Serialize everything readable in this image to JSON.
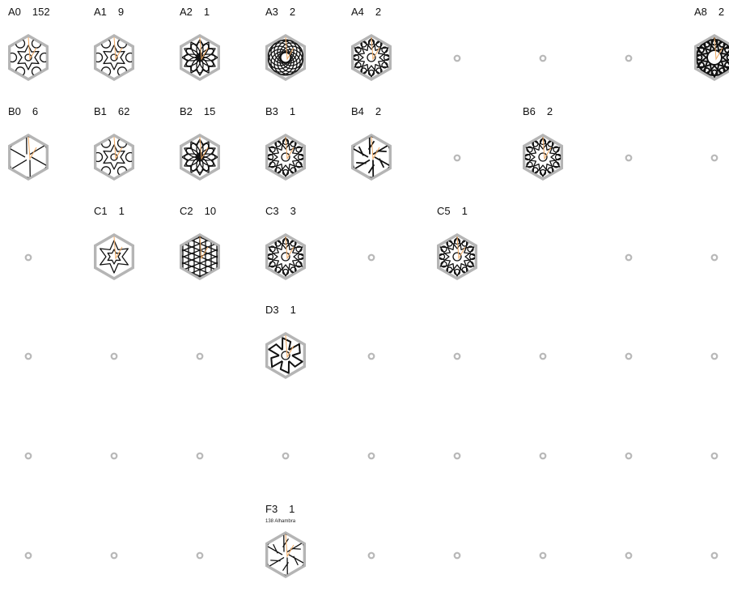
{
  "colors": {
    "outline": "#b5b5b5",
    "stroke": "#111111",
    "accent": "#f0a860",
    "empty": "#b8b8b8"
  },
  "rows": [
    {
      "row": "A",
      "cells": [
        {
          "col": 0,
          "label": "A0",
          "count": "152",
          "style": "floral"
        },
        {
          "col": 1,
          "label": "A1",
          "count": "9",
          "style": "star"
        },
        {
          "col": 2,
          "label": "A2",
          "count": "1",
          "style": "rosette"
        },
        {
          "col": 3,
          "label": "A3",
          "count": "2",
          "style": "interlace"
        },
        {
          "col": 4,
          "label": "A4",
          "count": "2",
          "style": "dense"
        },
        {
          "col": 5,
          "empty": true
        },
        {
          "col": 6,
          "empty": true
        },
        {
          "col": 7,
          "empty": true
        },
        {
          "col": 8,
          "label": "A8",
          "count": "2",
          "style": "ring"
        }
      ]
    },
    {
      "row": "B",
      "cells": [
        {
          "col": 0,
          "label": "B0",
          "count": "6",
          "style": "pinwheel"
        },
        {
          "col": 1,
          "label": "B1",
          "count": "62",
          "style": "floral"
        },
        {
          "col": 2,
          "label": "B2",
          "count": "15",
          "style": "rosette"
        },
        {
          "col": 3,
          "label": "B3",
          "count": "1",
          "style": "dense"
        },
        {
          "col": 4,
          "label": "B4",
          "count": "2",
          "style": "swastika"
        },
        {
          "col": 5,
          "empty": true
        },
        {
          "col": 6,
          "label": "B6",
          "count": "2",
          "style": "dense"
        },
        {
          "col": 7,
          "empty": true
        },
        {
          "col": 8,
          "empty": true
        }
      ]
    },
    {
      "row": "C",
      "cells": [
        {
          "col": 0,
          "empty": true
        },
        {
          "col": 1,
          "label": "C1",
          "count": "1",
          "style": "sixstar"
        },
        {
          "col": 2,
          "label": "C2",
          "count": "10",
          "style": "lattice"
        },
        {
          "col": 3,
          "label": "C3",
          "count": "3",
          "style": "dense"
        },
        {
          "col": 4,
          "empty": true
        },
        {
          "col": 5,
          "label": "C5",
          "count": "1",
          "style": "dense"
        },
        {
          "col": 6,
          "blank": true
        },
        {
          "col": 7,
          "empty": true
        },
        {
          "col": 8,
          "empty": true
        }
      ]
    },
    {
      "row": "D",
      "cells": [
        {
          "col": 0,
          "empty": true
        },
        {
          "col": 1,
          "empty": true
        },
        {
          "col": 2,
          "empty": true
        },
        {
          "col": 3,
          "label": "D3",
          "count": "1",
          "style": "knot"
        },
        {
          "col": 4,
          "empty": true
        },
        {
          "col": 5,
          "empty": true
        },
        {
          "col": 6,
          "empty": true
        },
        {
          "col": 7,
          "empty": true
        },
        {
          "col": 8,
          "empty": true
        }
      ]
    },
    {
      "row": "E",
      "cells": [
        {
          "col": 0,
          "empty": true
        },
        {
          "col": 1,
          "empty": true
        },
        {
          "col": 2,
          "empty": true
        },
        {
          "col": 3,
          "empty": true
        },
        {
          "col": 4,
          "empty": true
        },
        {
          "col": 5,
          "empty": true
        },
        {
          "col": 6,
          "empty": true
        },
        {
          "col": 7,
          "empty": true
        },
        {
          "col": 8,
          "empty": true
        }
      ]
    },
    {
      "row": "F",
      "cells": [
        {
          "col": 0,
          "empty": true
        },
        {
          "col": 1,
          "empty": true
        },
        {
          "col": 2,
          "empty": true
        },
        {
          "col": 3,
          "label": "F3",
          "count": "1",
          "note": "138 Alhambra",
          "style": "swastika2"
        },
        {
          "col": 4,
          "empty": true
        },
        {
          "col": 5,
          "empty": true
        },
        {
          "col": 6,
          "empty": true
        },
        {
          "col": 7,
          "empty": true
        },
        {
          "col": 8,
          "empty": true
        }
      ]
    }
  ]
}
